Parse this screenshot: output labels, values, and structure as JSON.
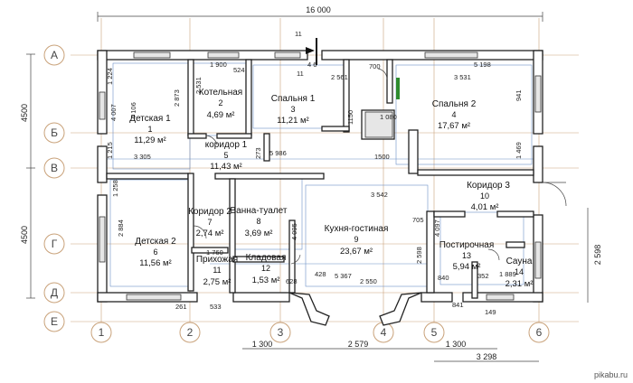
{
  "plan": {
    "overall_width": "16 000",
    "vertical_left": [
      "4500",
      "4500"
    ],
    "vertical_right": "2 598",
    "bottom_dims": [
      "1 300",
      "2 579",
      "1 300",
      "3 298"
    ],
    "axes_rows": [
      "А",
      "Б",
      "В",
      "Г",
      "Д",
      "Е"
    ],
    "axes_cols": [
      "1",
      "2",
      "3",
      "4",
      "5",
      "6"
    ],
    "rooms": [
      {
        "name": "Детская 1",
        "num": "1",
        "area": "11,29 м²"
      },
      {
        "name": "Котельная",
        "num": "2",
        "area": "4,69 м²"
      },
      {
        "name": "Спальня 1",
        "num": "3",
        "area": "11,21 м²"
      },
      {
        "name": "Спальня 2",
        "num": "4",
        "area": "17,67 м²"
      },
      {
        "name": "коридор 1",
        "num": "5",
        "area": "11,43 м²"
      },
      {
        "name": "Детская 2",
        "num": "6",
        "area": "11,56 м²"
      },
      {
        "name": "Коридор 2",
        "num": "7",
        "area": "2,74 м²"
      },
      {
        "name": "Ванна-туалет",
        "num": "8",
        "area": "3,69 м²"
      },
      {
        "name": "Кухня-гостиная",
        "num": "9",
        "area": "23,67 м²"
      },
      {
        "name": "Коридор 3",
        "num": "10",
        "area": "4,01 м²"
      },
      {
        "name": "Прихожая",
        "num": "11",
        "area": "2,75 м²"
      },
      {
        "name": "Кладовая",
        "num": "12",
        "area": "1,53 м²"
      },
      {
        "name": "Постирочная",
        "num": "13",
        "area": "5,94 м²"
      },
      {
        "name": "Сауна",
        "num": "14",
        "area": "2,31 м²"
      }
    ],
    "inner_dims": [
      "11",
      "1 900",
      "524",
      "4 6",
      "11",
      "700",
      "5 198",
      "3 531",
      "2 561",
      "2 531",
      "2 873",
      "4 007",
      "4 106",
      "1 224",
      "941",
      "1 080",
      "1150",
      "1500",
      "5 986",
      "3 305",
      "3 542",
      "273",
      "1 215",
      "1 469",
      "1 258",
      "2 884",
      "2 598",
      "4 095",
      "4 097",
      "705",
      "1 760",
      "5 367",
      "2 550",
      "628",
      "428",
      "1 889",
      "352",
      "840",
      "841",
      "149",
      "261",
      "533",
      "4 6",
      "1 500"
    ],
    "watermark": "pikabu.ru"
  }
}
